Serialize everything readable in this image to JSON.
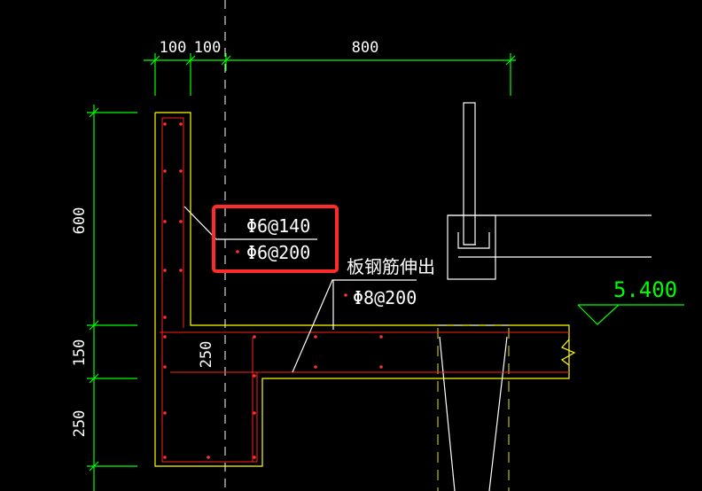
{
  "dimensions": {
    "top": [
      "100",
      "100",
      "800"
    ],
    "left": [
      "600",
      "150",
      "250"
    ],
    "inner": "250"
  },
  "annotations": {
    "wall_horizontal": "Φ6@140",
    "wall_vertical": "Φ6@200",
    "slab_note": "板钢筋伸出",
    "slab_bar": "Φ8@200"
  },
  "level": "5.400",
  "colors": {
    "dimension": "#00ff00",
    "outline": "#ffff00",
    "rebar": "#ff2020",
    "highlight": "#ff2a2a",
    "text": "#ffffff"
  }
}
